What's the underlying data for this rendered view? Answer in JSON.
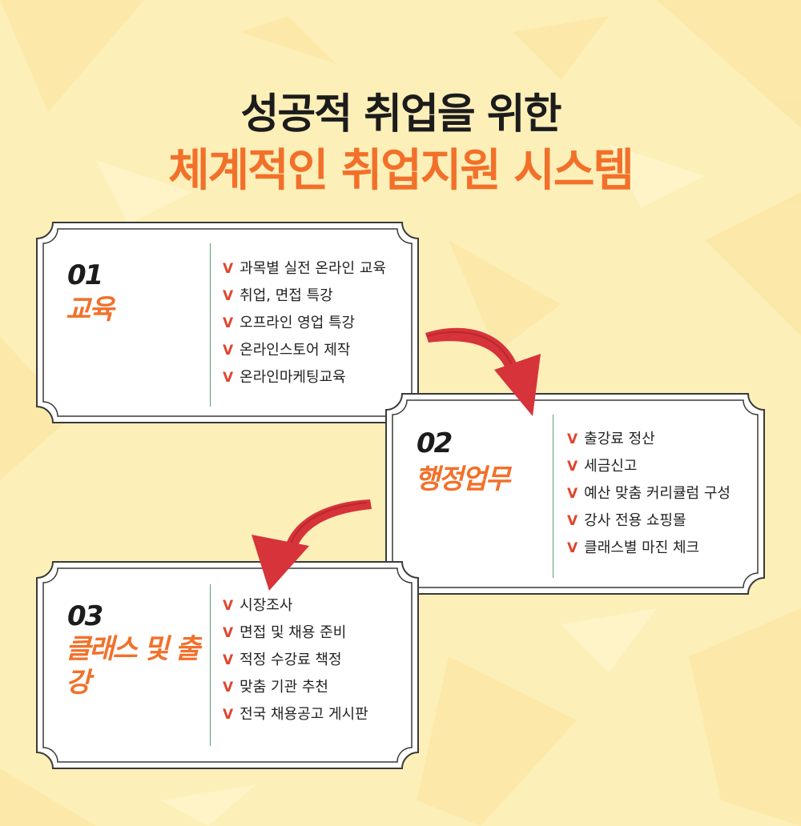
{
  "header": {
    "line1": "성공적 취업을 위한",
    "line2": "체계적인 취업지원 시스템"
  },
  "colors": {
    "accent": "#f2702a",
    "arrow": "#d6333a",
    "check": "#e0452e",
    "background": "#fdefb8"
  },
  "steps": [
    {
      "number": "01",
      "title": "교육",
      "marker": "V",
      "items": [
        "과목별 실전 온라인 교육",
        "취업, 면접 특강",
        "오프라인 영업 특강",
        "온라인스토어 제작",
        "온라인마케팅교육"
      ]
    },
    {
      "number": "02",
      "title": "행정업무",
      "marker": "V",
      "items": [
        "출강료 정산",
        "세금신고",
        "예산 맞춤 커리큘럼 구성",
        "강사 전용 쇼핑몰",
        "클래스별 마진 체크"
      ]
    },
    {
      "number": "03",
      "title": "클래스 및 출강",
      "marker": "V",
      "items": [
        "시장조사",
        "면접 및 채용 준비",
        "적정 수강료 책정",
        "맞춤 기관 추천",
        "전국 채용공고 게시판"
      ]
    }
  ]
}
